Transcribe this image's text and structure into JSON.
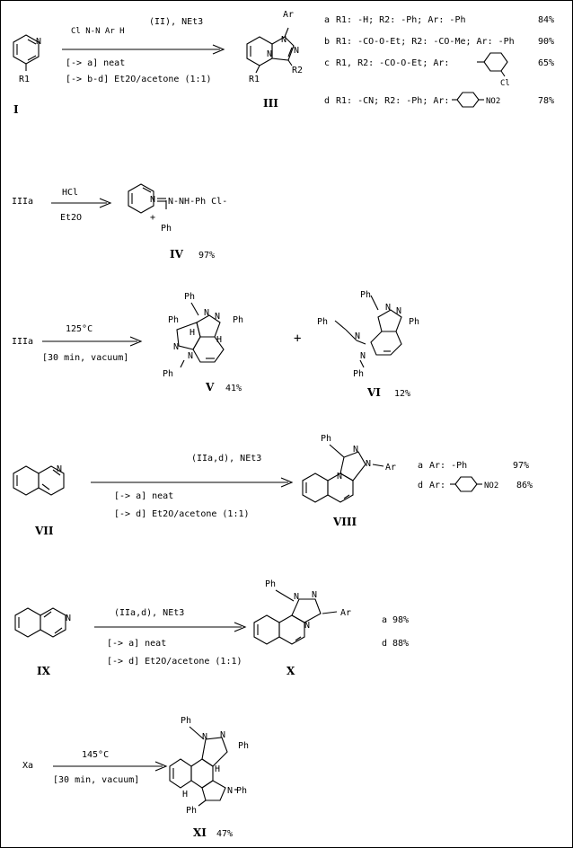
{
  "scheme1": {
    "reagent": "(II), NEt3",
    "reagent_sub": "Cl N-N Ar H",
    "cond1": "[-> a] neat",
    "cond2": "[-> b-d] Et2O/acetone (1:1)",
    "label_start": "I",
    "label_product": "III",
    "start_sub": "R1",
    "product_ar": "Ar",
    "product_r1": "R1",
    "product_r2": "R2",
    "entries": [
      {
        "letter": "a",
        "text": "R1: -H; R2: -Ph; Ar: -Ph",
        "yield": "84%"
      },
      {
        "letter": "b",
        "text": "R1: -CO-O-Et; R2: -CO-Me; Ar: -Ph",
        "yield": "90%"
      },
      {
        "letter": "c",
        "text": "R1, R2: -CO-O-Et; Ar:",
        "yield": "65%",
        "extra": "Cl"
      },
      {
        "letter": "d",
        "text": "R1: -CN; R2: -Ph; Ar:",
        "yield": "78%",
        "extra": "NO2"
      }
    ]
  },
  "scheme2": {
    "start": "IIIa",
    "reagent_top": "HCl",
    "reagent_bottom": "Et2O",
    "product_text": "N-NH-Ph  Cl-",
    "product_ph": "Ph",
    "label": "IV",
    "yield": "97%"
  },
  "scheme3": {
    "start": "IIIa",
    "cond_top": "125°C",
    "cond_bottom": "[30 min, vacuum]",
    "plus": "+",
    "product1_label": "V",
    "product1_yield": "41%",
    "product2_label": "VI",
    "product2_yield": "12%"
  },
  "scheme4": {
    "start_label": "VII",
    "reagent": "(IIa,d), NEt3",
    "cond1": "[-> a] neat",
    "cond2": "[-> d] Et2O/acetone (1:1)",
    "product_label": "VIII",
    "entries": [
      {
        "letter": "a",
        "text": "Ar: -Ph",
        "yield": "97%"
      },
      {
        "letter": "d",
        "text": "Ar:",
        "yield": "86%",
        "extra": "NO2"
      }
    ]
  },
  "scheme5": {
    "start_label": "IX",
    "reagent": "(IIa,d), NEt3",
    "cond1": "[-> a] neat",
    "cond2": "[-> d] Et2O/acetone (1:1)",
    "product_label": "X",
    "entries": [
      {
        "letter": "a",
        "yield": "98%"
      },
      {
        "letter": "d",
        "yield": "88%"
      }
    ]
  },
  "scheme6": {
    "start": "Xa",
    "cond_top": "145°C",
    "cond_bottom": "[30 min, vacuum]",
    "product_label": "XI",
    "product_yield": "47%"
  }
}
